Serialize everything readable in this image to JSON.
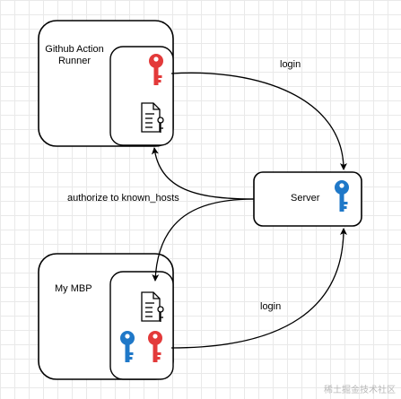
{
  "runner": {
    "title_line1": "Github Action",
    "title_line2": "Runner"
  },
  "server": {
    "label": "Server"
  },
  "mbp": {
    "label": "My MBP"
  },
  "edges": {
    "runner_to_server": "login",
    "server_to_runner": "authorize to known_hosts",
    "mbp_to_server": "login"
  },
  "watermark": "稀土掘金技术社区",
  "colors": {
    "red_key": "#e33a3a",
    "blue_key": "#1f78c8",
    "line": "#000000"
  },
  "icons": [
    "red-key-icon",
    "blue-key-icon",
    "document-key-icon"
  ]
}
